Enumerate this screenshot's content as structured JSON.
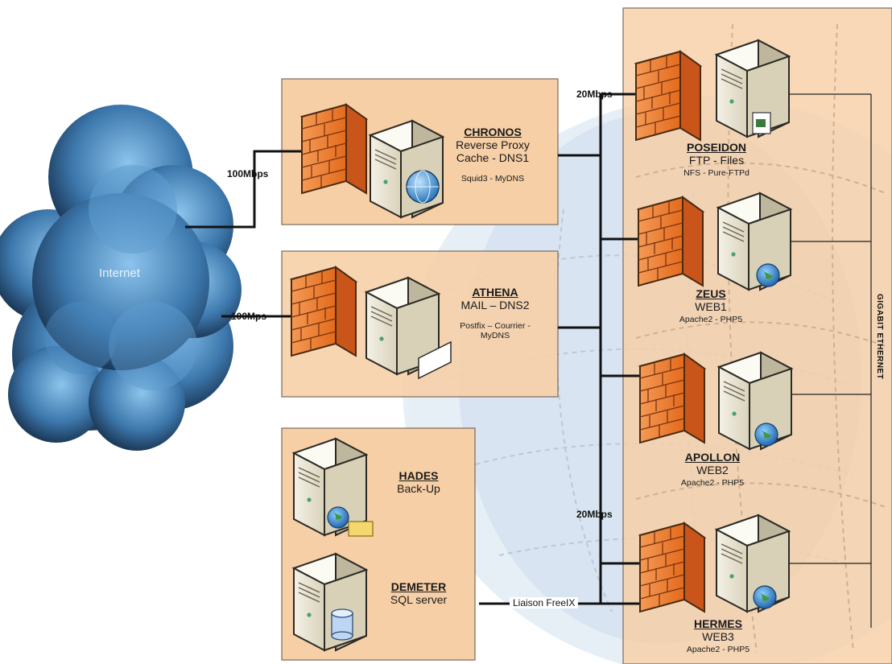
{
  "internet": {
    "label": "Internet"
  },
  "links": {
    "chronos_uplink": "100Mbps",
    "athena_uplink": "100Mps",
    "poseidon_link": "20Mbps",
    "hermes_link": "20Mbps",
    "backbone": "GIGABIT ETHERNET",
    "freelix": "Liaison FreeIX"
  },
  "servers": {
    "chronos": {
      "name": "CHRONOS",
      "role_line1": "Reverse Proxy",
      "role_line2": "Cache - DNS1",
      "software": "Squid3 - MyDNS"
    },
    "athena": {
      "name": "ATHENA",
      "role": "MAIL – DNS2",
      "software_line1": "Postfix – Courrier -",
      "software_line2": "MyDNS"
    },
    "hades": {
      "name": "HADES",
      "role": "Back-Up"
    },
    "demeter": {
      "name": "DEMETER",
      "role": "SQL server"
    },
    "poseidon": {
      "name": "POSEIDON",
      "role": "FTP - Files",
      "software": "NFS - Pure-FTPd"
    },
    "zeus": {
      "name": "ZEUS",
      "role": "WEB1",
      "software": "Apache2 - PHP5"
    },
    "apollon": {
      "name": "APOLLON",
      "role": "WEB2",
      "software": "Apache2 - PHP5"
    },
    "hermes": {
      "name": "HERMES",
      "role": "WEB3",
      "software": "Apache2 - PHP5"
    }
  },
  "colors": {
    "panel": "#f7cfa6",
    "firewall": "#ef7b2e",
    "server": "#e9e4d2",
    "cloud": "#2f5f8f",
    "globe": "#2f8fc9"
  }
}
